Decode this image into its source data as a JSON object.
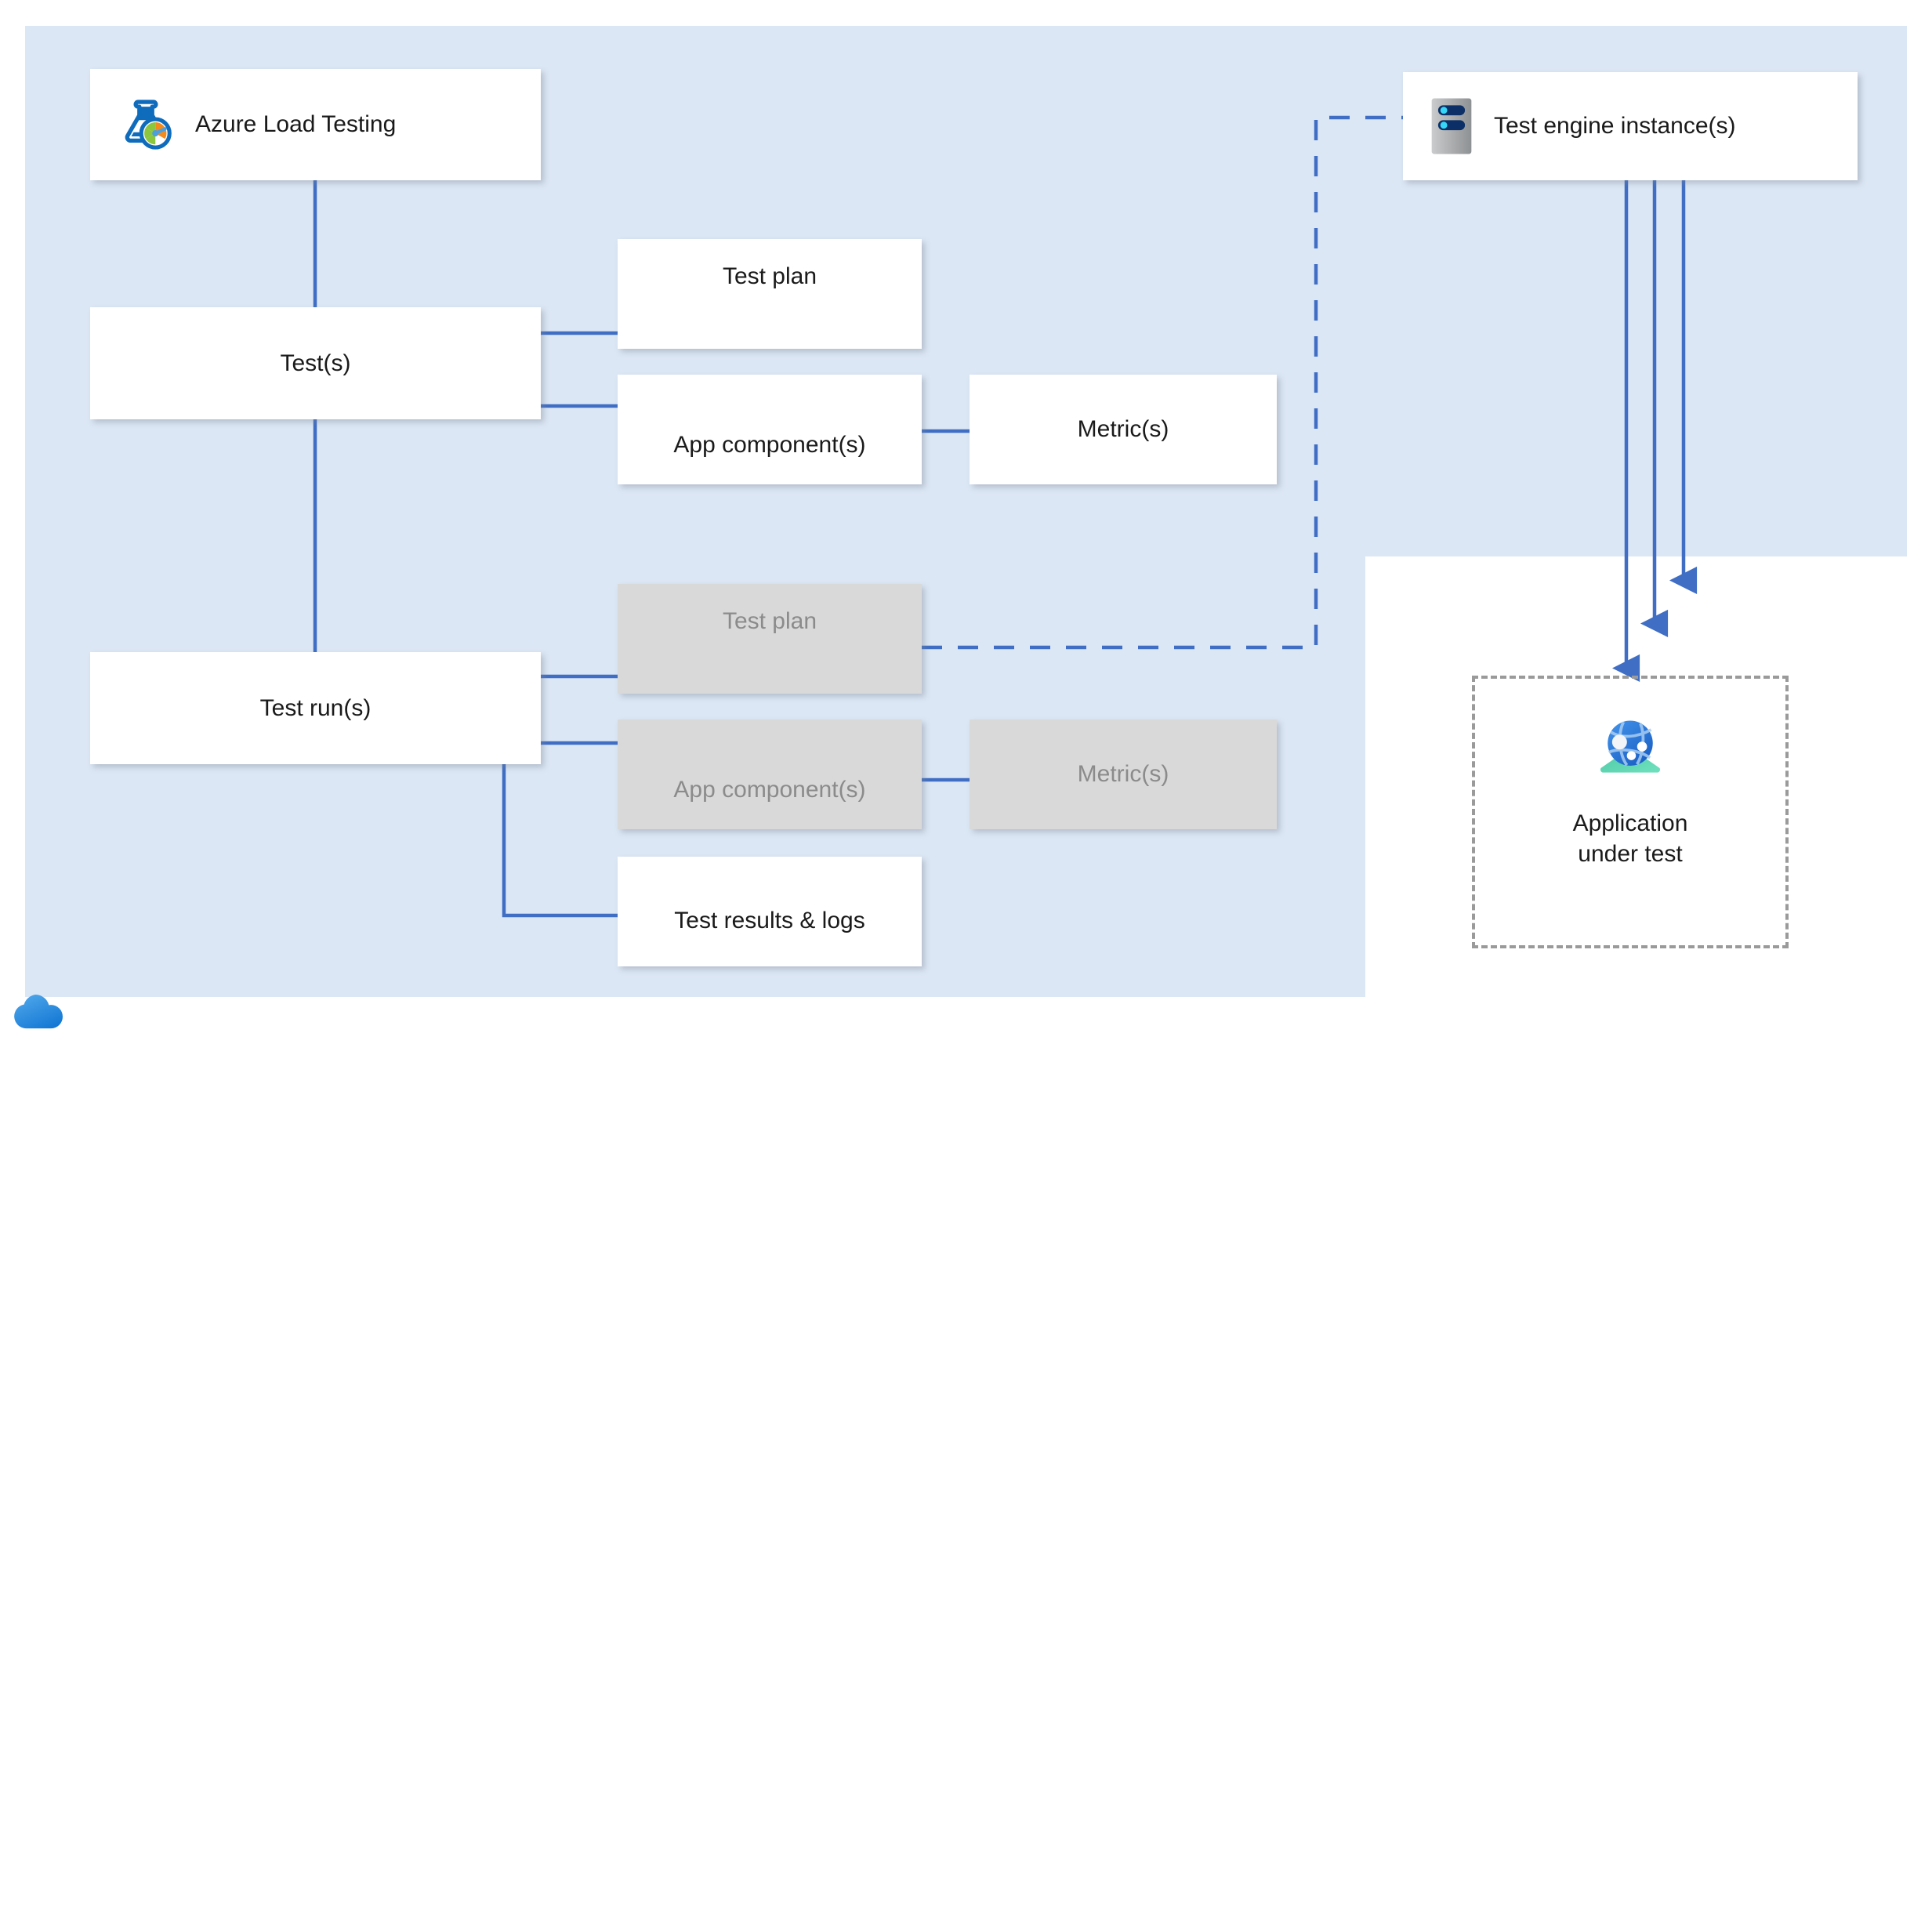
{
  "diagram": {
    "title": "Azure Load Testing architecture",
    "colors": {
      "panel": "#dce7f5",
      "connector": "#3f6ec4",
      "node_fill": "#ffffff",
      "node_fill_disabled": "#d9d9d9",
      "node_text": "#1a1a1a",
      "node_text_disabled": "#8b8b8b",
      "dashed_frame": "#9a9a9a",
      "azure_blue": "#2f8ce0"
    },
    "nodes": [
      {
        "id": "azure-load-testing",
        "label": "Azure Load Testing",
        "icon": "flask-gauge-icon",
        "state": "enabled"
      },
      {
        "id": "tests",
        "label": "Test(s)",
        "icon": null,
        "state": "enabled"
      },
      {
        "id": "test-plan",
        "label": "Test plan",
        "icon": null,
        "state": "enabled"
      },
      {
        "id": "app-components",
        "label": "App component(s)",
        "icon": null,
        "state": "enabled"
      },
      {
        "id": "metrics",
        "label": "Metric(s)",
        "icon": null,
        "state": "enabled"
      },
      {
        "id": "test-runs",
        "label": "Test run(s)",
        "icon": null,
        "state": "enabled"
      },
      {
        "id": "test-plan-run",
        "label": "Test plan",
        "icon": null,
        "state": "disabled"
      },
      {
        "id": "app-components-run",
        "label": "App component(s)",
        "icon": null,
        "state": "disabled"
      },
      {
        "id": "metrics-run",
        "label": "Metric(s)",
        "icon": null,
        "state": "disabled"
      },
      {
        "id": "test-results-logs",
        "label": "Test results & logs",
        "icon": null,
        "state": "enabled"
      },
      {
        "id": "test-engine",
        "label": "Test engine instance(s)",
        "icon": "server-instance-icon",
        "state": "enabled"
      },
      {
        "id": "app-under-test",
        "label": "Application\nunder test",
        "icon": "globe-network-icon",
        "state": "enabled"
      }
    ],
    "edges": [
      {
        "from": "azure-load-testing",
        "to": "tests",
        "style": "solid",
        "arrow": false
      },
      {
        "from": "azure-load-testing",
        "to": "test-runs",
        "style": "solid",
        "arrow": false
      },
      {
        "from": "tests",
        "to": "test-plan",
        "style": "solid",
        "arrow": false
      },
      {
        "from": "tests",
        "to": "app-components",
        "style": "solid",
        "arrow": false
      },
      {
        "from": "app-components",
        "to": "metrics",
        "style": "solid",
        "arrow": false
      },
      {
        "from": "test-runs",
        "to": "test-plan-run",
        "style": "solid",
        "arrow": false
      },
      {
        "from": "test-runs",
        "to": "app-components-run",
        "style": "solid",
        "arrow": false
      },
      {
        "from": "test-runs",
        "to": "test-results-logs",
        "style": "solid",
        "arrow": false
      },
      {
        "from": "app-components-run",
        "to": "metrics-run",
        "style": "solid",
        "arrow": false
      },
      {
        "from": "test-plan-run",
        "to": "test-engine",
        "style": "dashed",
        "arrow": false
      },
      {
        "from": "test-engine",
        "to": "app-under-test",
        "style": "solid",
        "arrow": true,
        "count": 3
      }
    ],
    "cloud_mark": "azure-cloud-icon"
  }
}
